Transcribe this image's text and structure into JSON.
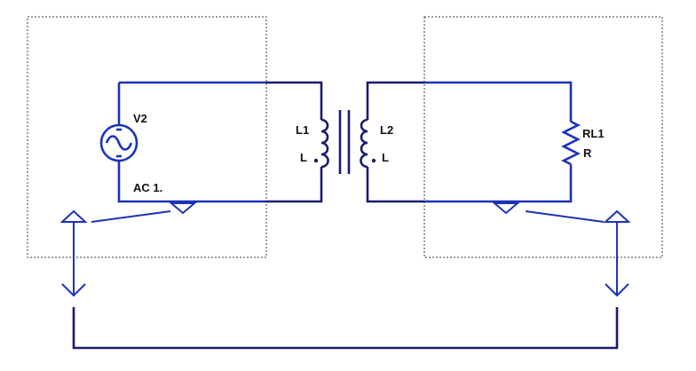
{
  "components": {
    "v2": {
      "name": "V2",
      "value": "AC 1."
    },
    "l1": {
      "name": "L1",
      "value": "L"
    },
    "l2": {
      "name": "L2",
      "value": "L"
    },
    "rl1": {
      "name": "RL1",
      "value": "R"
    }
  },
  "colors": {
    "wire": "#1a33b8",
    "wire_dark": "#1a1a6e",
    "dashed_box": "#3a3a4a",
    "text": "#111111"
  }
}
